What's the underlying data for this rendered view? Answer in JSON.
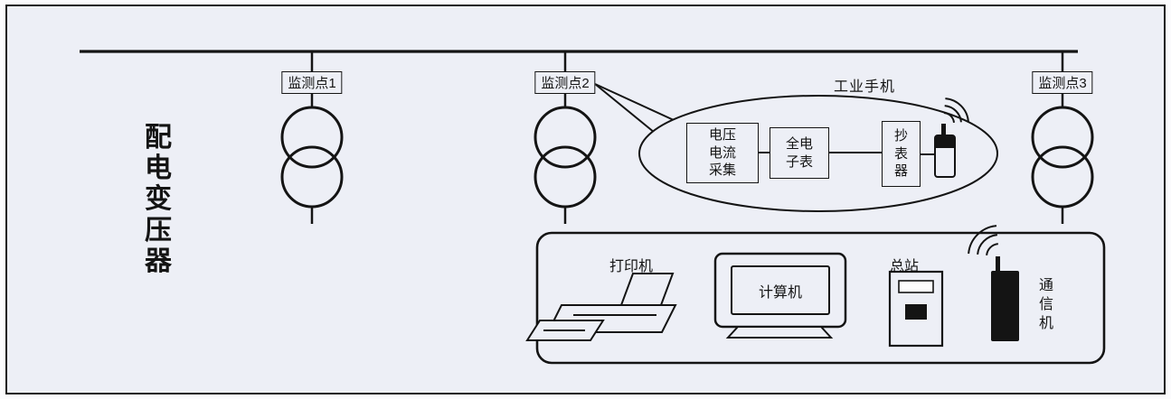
{
  "colors": {
    "background": "#edeff6",
    "ink": "#141414"
  },
  "bus": {
    "label": "配电变压器"
  },
  "monitor_points": [
    {
      "label": "监测点1"
    },
    {
      "label": "监测点2"
    },
    {
      "label": "监测点3"
    }
  ],
  "callout": {
    "title": "工业手机",
    "acquisition": "电压电流采集",
    "meter": "全电子表",
    "reader": "抄表器"
  },
  "station": {
    "printer": "打印机",
    "computer": "计算机",
    "master": "总站",
    "comm": "通信机"
  },
  "icons": {
    "transformer": "double-circle-transformer-icon",
    "callout_wireless": "wireless-signal-icon",
    "handheld": "handheld-reader-icon",
    "printer": "printer-icon",
    "computer": "monitor-icon",
    "master": "master-station-cabinet-icon",
    "comm_wireless": "wireless-signal-icon",
    "comm_device": "antenna-terminal-icon"
  }
}
